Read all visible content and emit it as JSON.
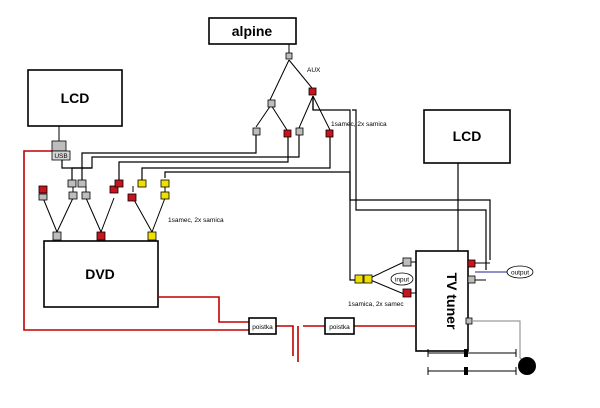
{
  "labels": {
    "alpine": "alpine",
    "lcd_left": "LCD",
    "lcd_right": "LCD",
    "dvd": "DVD",
    "tv_tuner": "TV tuner",
    "usb": "USB",
    "aux": "AUX",
    "splitter_top": "1samec, 2x samica",
    "splitter_left": "1samec, 2x samica",
    "splitter_right": "1samica, 2x samec",
    "input": "input",
    "output": "output",
    "poistka_left": "poistka",
    "poistka_right": "poistka"
  },
  "colors": {
    "red_plug": "#c8141e",
    "grey_plug": "#bdbdbd",
    "yellow_plug": "#f0e000",
    "red_wire": "#c00000",
    "grey_wire": "#9a9a9a",
    "blue_wire": "#6a6ab8"
  }
}
